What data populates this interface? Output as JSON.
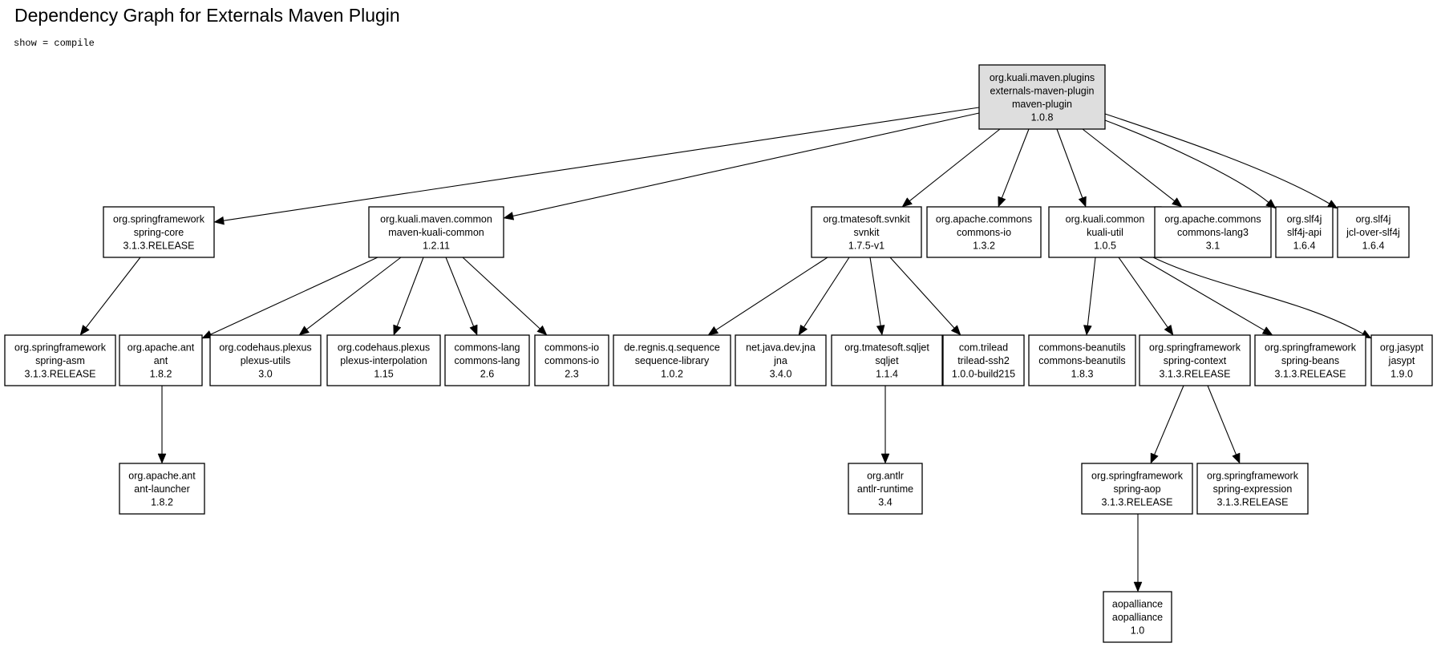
{
  "title": "Dependency Graph for Externals Maven Plugin",
  "subtitle": "show = compile",
  "nodes": [
    {
      "id": "root",
      "lines": [
        "org.kuali.maven.plugins",
        "externals-maven-plugin",
        "maven-plugin",
        "1.0.8"
      ],
      "highlight": true
    },
    {
      "id": "spring-core",
      "lines": [
        "org.springframework",
        "spring-core",
        "3.1.3.RELEASE"
      ]
    },
    {
      "id": "maven-kuali-common",
      "lines": [
        "org.kuali.maven.common",
        "maven-kuali-common",
        "1.2.11"
      ]
    },
    {
      "id": "svnkit",
      "lines": [
        "org.tmatesoft.svnkit",
        "svnkit",
        "1.7.5-v1"
      ]
    },
    {
      "id": "commons-io-132",
      "lines": [
        "org.apache.commons",
        "commons-io",
        "1.3.2"
      ]
    },
    {
      "id": "kuali-util",
      "lines": [
        "org.kuali.common",
        "kuali-util",
        "1.0.5"
      ]
    },
    {
      "id": "commons-lang3",
      "lines": [
        "org.apache.commons",
        "commons-lang3",
        "3.1"
      ]
    },
    {
      "id": "slf4j-api",
      "lines": [
        "org.slf4j",
        "slf4j-api",
        "1.6.4"
      ]
    },
    {
      "id": "jcl-over-slf4j",
      "lines": [
        "org.slf4j",
        "jcl-over-slf4j",
        "1.6.4"
      ]
    },
    {
      "id": "spring-asm",
      "lines": [
        "org.springframework",
        "spring-asm",
        "3.1.3.RELEASE"
      ]
    },
    {
      "id": "ant",
      "lines": [
        "org.apache.ant",
        "ant",
        "1.8.2"
      ]
    },
    {
      "id": "plexus-utils",
      "lines": [
        "org.codehaus.plexus",
        "plexus-utils",
        "3.0"
      ]
    },
    {
      "id": "plexus-interpolation",
      "lines": [
        "org.codehaus.plexus",
        "plexus-interpolation",
        "1.15"
      ]
    },
    {
      "id": "commons-lang",
      "lines": [
        "commons-lang",
        "commons-lang",
        "2.6"
      ]
    },
    {
      "id": "commons-io-23",
      "lines": [
        "commons-io",
        "commons-io",
        "2.3"
      ]
    },
    {
      "id": "sequence-library",
      "lines": [
        "de.regnis.q.sequence",
        "sequence-library",
        "1.0.2"
      ]
    },
    {
      "id": "jna",
      "lines": [
        "net.java.dev.jna",
        "jna",
        "3.4.0"
      ]
    },
    {
      "id": "sqljet",
      "lines": [
        "org.tmatesoft.sqljet",
        "sqljet",
        "1.1.4"
      ]
    },
    {
      "id": "trilead-ssh2",
      "lines": [
        "com.trilead",
        "trilead-ssh2",
        "1.0.0-build215"
      ]
    },
    {
      "id": "commons-beanutils",
      "lines": [
        "commons-beanutils",
        "commons-beanutils",
        "1.8.3"
      ]
    },
    {
      "id": "spring-context",
      "lines": [
        "org.springframework",
        "spring-context",
        "3.1.3.RELEASE"
      ]
    },
    {
      "id": "spring-beans",
      "lines": [
        "org.springframework",
        "spring-beans",
        "3.1.3.RELEASE"
      ]
    },
    {
      "id": "jasypt",
      "lines": [
        "org.jasypt",
        "jasypt",
        "1.9.0"
      ]
    },
    {
      "id": "ant-launcher",
      "lines": [
        "org.apache.ant",
        "ant-launcher",
        "1.8.2"
      ]
    },
    {
      "id": "antlr-runtime",
      "lines": [
        "org.antlr",
        "antlr-runtime",
        "3.4"
      ]
    },
    {
      "id": "spring-aop",
      "lines": [
        "org.springframework",
        "spring-aop",
        "3.1.3.RELEASE"
      ]
    },
    {
      "id": "spring-expression",
      "lines": [
        "org.springframework",
        "spring-expression",
        "3.1.3.RELEASE"
      ]
    },
    {
      "id": "aopalliance",
      "lines": [
        "aopalliance",
        "aopalliance",
        "1.0"
      ]
    }
  ],
  "edges": [
    {
      "from": "root",
      "to": "spring-core"
    },
    {
      "from": "root",
      "to": "maven-kuali-common"
    },
    {
      "from": "root",
      "to": "svnkit"
    },
    {
      "from": "root",
      "to": "commons-io-132"
    },
    {
      "from": "root",
      "to": "kuali-util"
    },
    {
      "from": "root",
      "to": "commons-lang3"
    },
    {
      "from": "root",
      "to": "slf4j-api"
    },
    {
      "from": "root",
      "to": "jcl-over-slf4j"
    },
    {
      "from": "spring-core",
      "to": "spring-asm"
    },
    {
      "from": "maven-kuali-common",
      "to": "ant"
    },
    {
      "from": "maven-kuali-common",
      "to": "plexus-utils"
    },
    {
      "from": "maven-kuali-common",
      "to": "plexus-interpolation"
    },
    {
      "from": "maven-kuali-common",
      "to": "commons-lang"
    },
    {
      "from": "maven-kuali-common",
      "to": "commons-io-23"
    },
    {
      "from": "svnkit",
      "to": "sequence-library"
    },
    {
      "from": "svnkit",
      "to": "jna"
    },
    {
      "from": "svnkit",
      "to": "sqljet"
    },
    {
      "from": "svnkit",
      "to": "trilead-ssh2"
    },
    {
      "from": "kuali-util",
      "to": "commons-beanutils"
    },
    {
      "from": "kuali-util",
      "to": "spring-context"
    },
    {
      "from": "kuali-util",
      "to": "spring-beans"
    },
    {
      "from": "kuali-util",
      "to": "jasypt"
    },
    {
      "from": "ant",
      "to": "ant-launcher"
    },
    {
      "from": "sqljet",
      "to": "antlr-runtime"
    },
    {
      "from": "spring-context",
      "to": "spring-aop"
    },
    {
      "from": "spring-context",
      "to": "spring-expression"
    },
    {
      "from": "spring-aop",
      "to": "aopalliance"
    }
  ]
}
